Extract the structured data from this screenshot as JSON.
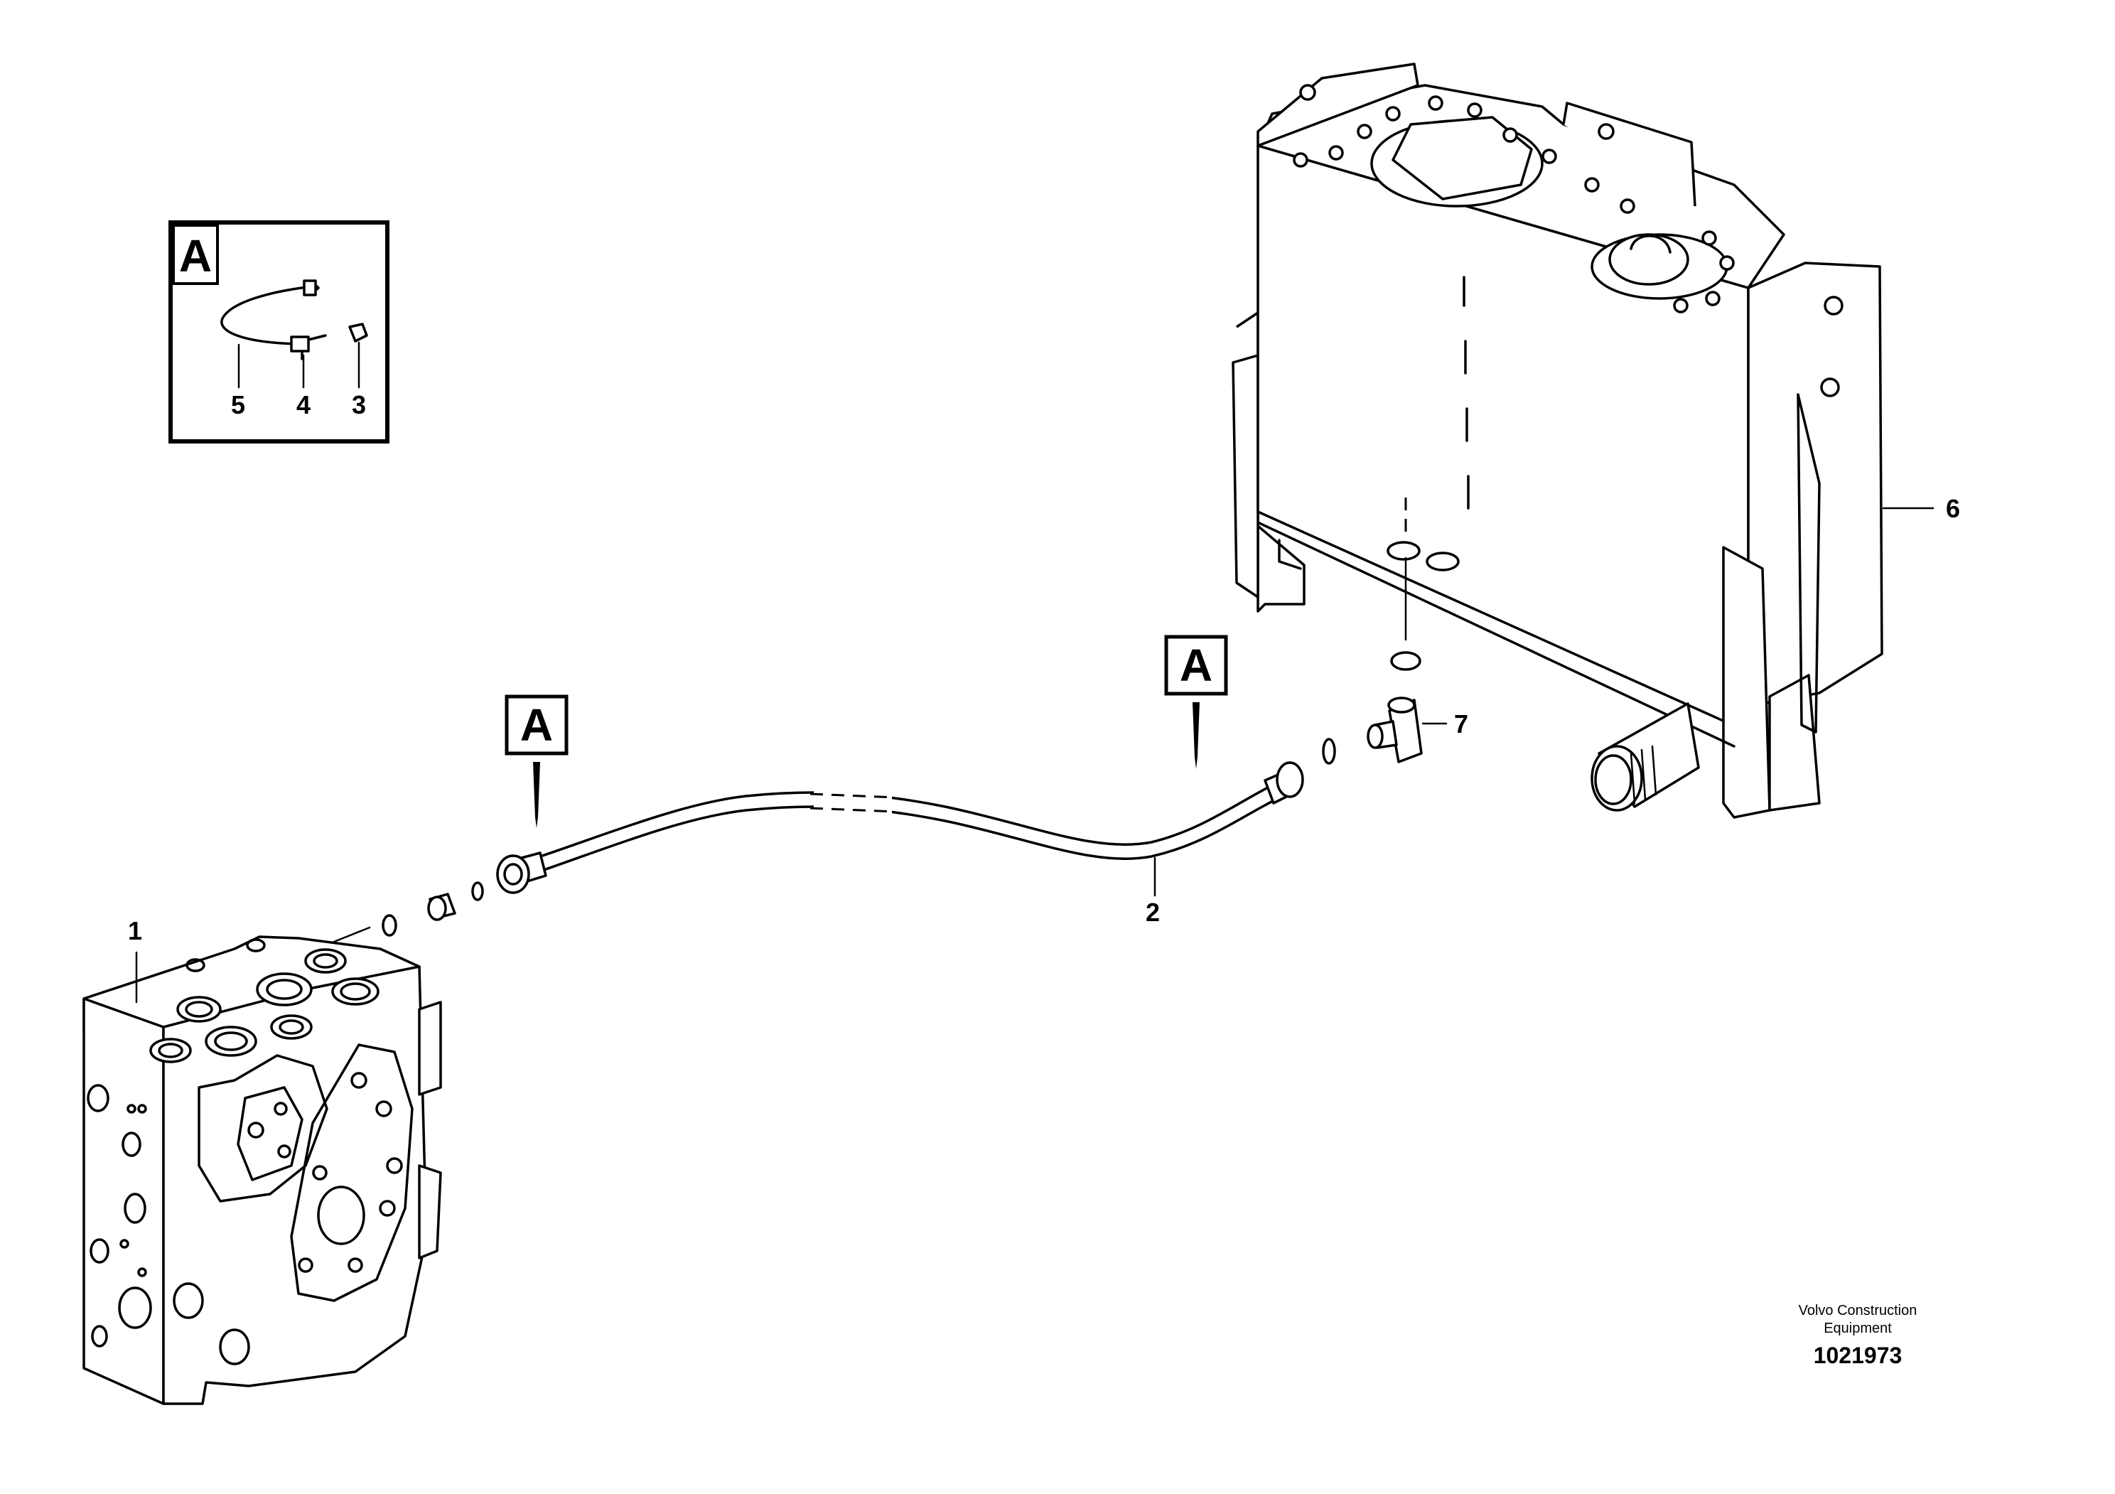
{
  "diagram": {
    "detail_box_letter": "A",
    "pointer_labels": [
      "A",
      "A"
    ],
    "callouts": {
      "valve": "1",
      "hose": "2",
      "plug": "3",
      "clamp": "4",
      "strap": "5",
      "tank": "6",
      "tee": "7"
    },
    "detail_callouts": [
      "5",
      "4",
      "3"
    ],
    "footer": {
      "brand_line1": "Volvo Construction",
      "brand_line2": "Equipment",
      "doc_number": "1021973"
    }
  }
}
